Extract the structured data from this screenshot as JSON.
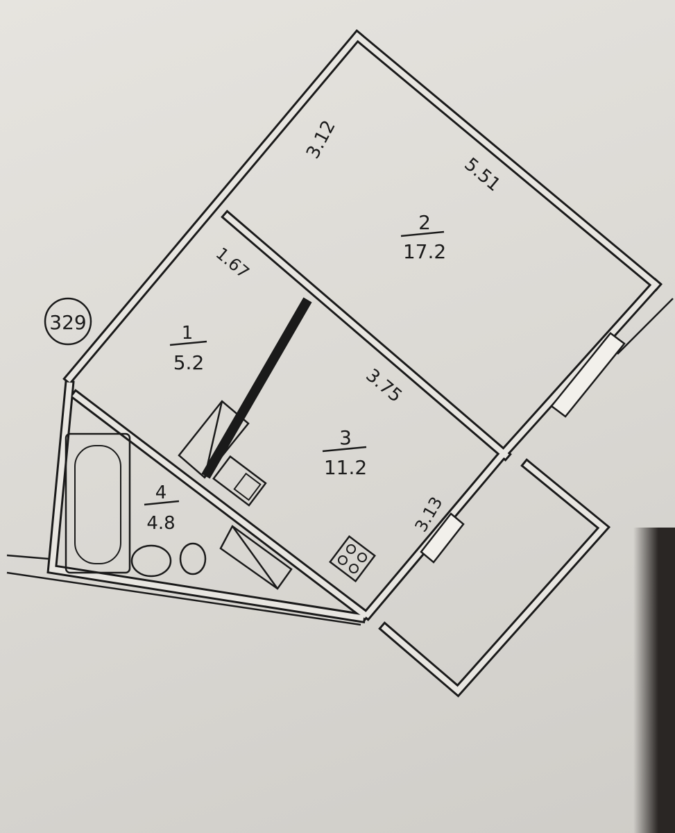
{
  "plan": {
    "apartment_number": "329",
    "rooms": [
      {
        "number": "1",
        "area": "5.2"
      },
      {
        "number": "2",
        "area": "17.2"
      },
      {
        "number": "3",
        "area": "11.2"
      },
      {
        "number": "4",
        "area": "4.8"
      }
    ],
    "dimensions": {
      "room2_short_side": "3.12",
      "room2_long_side": "5.51",
      "room1_side": "1.67",
      "room3_long_side": "3.75",
      "room3_short_side": "3.13"
    }
  }
}
